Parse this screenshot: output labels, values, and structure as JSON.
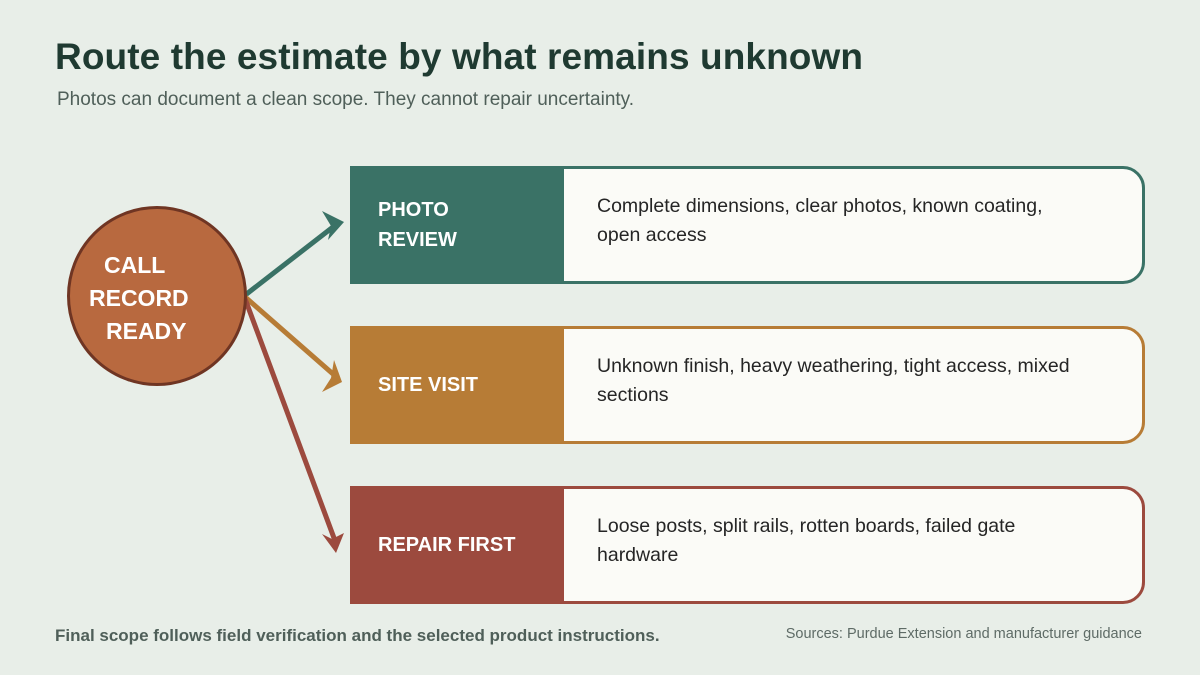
{
  "title": "Route the estimate by what remains unknown",
  "subtitle": "Photos can document a clean scope. They cannot repair uncertainty.",
  "hub": {
    "lines": [
      "CALL",
      "RECORD",
      "READY"
    ],
    "fill_color": "#b8693f",
    "border_color": "#6f3523"
  },
  "routes": [
    {
      "label_lines": [
        "PHOTO",
        "REVIEW"
      ],
      "description": "Complete dimensions, clear photos, known coating, open access",
      "color": "#3a7266"
    },
    {
      "label_lines": [
        "SITE VISIT"
      ],
      "description": "Unknown finish, heavy weathering, tight access, mixed sections",
      "color": "#b77c36"
    },
    {
      "label_lines": [
        "REPAIR FIRST"
      ],
      "description": "Loose posts, split rails, rotten boards, failed gate hardware",
      "color": "#9c4a3e"
    }
  ],
  "footer": {
    "note": "Final scope follows field verification and the selected product instructions.",
    "sources": "Sources: Purdue Extension and manufacturer guidance"
  }
}
